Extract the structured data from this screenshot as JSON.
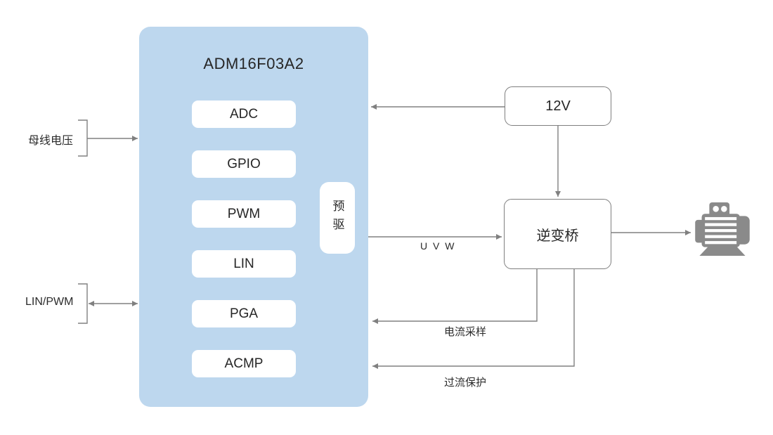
{
  "mcu": {
    "title": "ADM16F03A2",
    "peripherals": [
      "ADC",
      "GPIO",
      "PWM",
      "LIN",
      "PGA",
      "ACMP"
    ],
    "predriver": "预驱"
  },
  "external_blocks": {
    "power_supply": "12V",
    "inverter_bridge": "逆变桥"
  },
  "input_labels": {
    "bus_voltage": "母线电压",
    "lin_pwm": "LIN/PWM"
  },
  "signal_labels": {
    "uvw": "U V W",
    "current_sampling": "电流采样",
    "overcurrent_protection": "过流保护"
  },
  "icons": {
    "motor": "motor-icon"
  },
  "colors": {
    "mcu_fill": "#bdd7ee",
    "module_fill": "#ffffff",
    "block_border": "#7f7f7f",
    "wire": "#808080",
    "text": "#262626",
    "motor_gray": "#8a8a8a"
  }
}
